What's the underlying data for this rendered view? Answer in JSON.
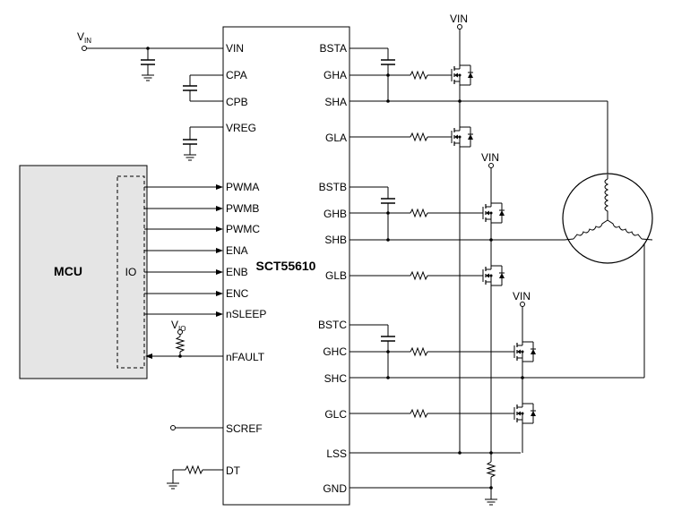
{
  "chip": {
    "name": "SCT55610",
    "left_pins": [
      "VIN",
      "CPA",
      "CPB",
      "VREG",
      "PWMA",
      "PWMB",
      "PWMC",
      "ENA",
      "ENB",
      "ENC",
      "nSLEEP",
      "nFAULT",
      "SCREF",
      "DT"
    ],
    "right_pins": [
      "BSTA",
      "GHA",
      "SHA",
      "GLA",
      "BSTB",
      "GHB",
      "SHB",
      "GLB",
      "BSTC",
      "GHC",
      "SHC",
      "GLC",
      "LSS",
      "GND"
    ]
  },
  "mcu": {
    "label": "MCU",
    "io_label": "IO"
  },
  "supply": {
    "vin_input_main": "V",
    "vin_input_sub": "IN",
    "vio_main": "V",
    "vio_sub": "IO",
    "rail_label": "VIN"
  }
}
